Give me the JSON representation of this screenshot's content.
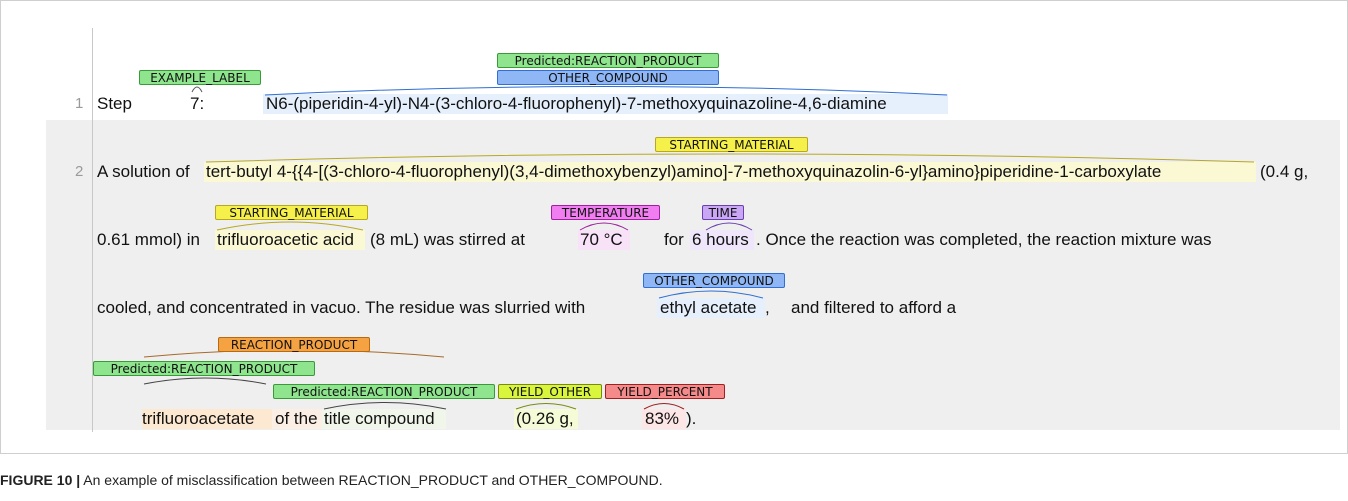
{
  "line_numbers": [
    "1",
    "2"
  ],
  "line1": {
    "step": "Step",
    "num": "7:",
    "compound": "N6-(piperidin-4-yl)-N4-(3-chloro-4-fluorophenyl)-7-methoxyquinazoline-4,6-diamine"
  },
  "line2": {
    "r1_a": "A solution of",
    "r1_b": "tert-butyl 4-{{4-[(3-chloro-4-fluorophenyl)(3,4-dimethoxybenzyl)amino]-7-methoxyquinazolin-6-yl}amino}piperidine-1-carboxylate",
    "r1_c": "(0.4 g,",
    "r2_a": "0.61 mmol) in",
    "r2_b": "trifluoroacetic acid",
    "r2_c": "(8 mL) was stirred at",
    "r2_d": "70 °C",
    "r2_e": "for",
    "r2_f": "6 hours",
    "r2_g": ". Once the reaction was completed, the reaction mixture was",
    "r3_a": "cooled, and concentrated in vacuo. The residue was slurried with",
    "r3_b": "ethyl acetate",
    "r3_c": ",",
    "r3_d": "and filtered to afford a",
    "r4_a": "trifluoroacetate",
    "r4_b": "of the",
    "r4_c": "title compound",
    "r4_d": "(0.26 g,",
    "r4_e": "83%",
    "r4_f": ")."
  },
  "tags": {
    "example_label": "EXAMPLE_LABEL",
    "pred_reaction_product": "Predicted:REACTION_PRODUCT",
    "other_compound": "OTHER_COMPOUND",
    "starting_material": "STARTING_MATERIAL",
    "temperature": "TEMPERATURE",
    "time": "TIME",
    "reaction_product": "REACTION_PRODUCT",
    "yield_other": "YIELD_OTHER",
    "yield_percent": "YIELD_PERCENT"
  },
  "colors": {
    "green": "#8ee58e",
    "blue": "#8fb7f5",
    "yellow": "#f6f04a",
    "magenta": "#f07ef0",
    "purple": "#c9a7f5",
    "orange": "#f5a342",
    "lime": "#d9f53c",
    "red": "#f58a8a"
  },
  "caption": {
    "label": "FIGURE 10 |",
    "text": "An example of misclassification between REACTION_PRODUCT and OTHER_COMPOUND."
  }
}
